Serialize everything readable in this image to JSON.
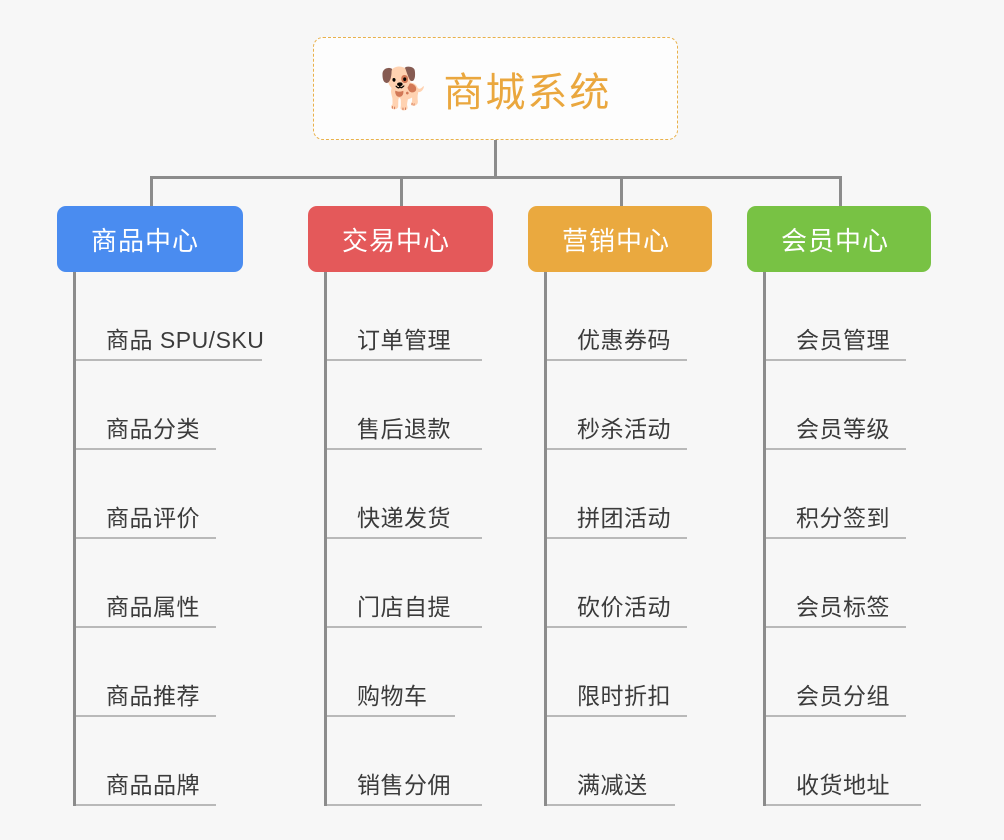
{
  "diagram": {
    "type": "mindmap",
    "background_color": "#f7f7f7",
    "root": {
      "icon": "shiba-dog-emoji",
      "icon_glyph": "🐕",
      "title": "商城系统",
      "title_color": "#eaa73e",
      "border_color": "#e9b14b",
      "border_style": "dashed"
    },
    "connector_color": "#8c8c8c",
    "categories": [
      {
        "label": "商品中心",
        "color": "#4a8cf0",
        "items": [
          "商品 SPU/SKU",
          "商品分类",
          "商品评价",
          "商品属性",
          "商品推荐",
          "商品品牌"
        ]
      },
      {
        "label": "交易中心",
        "color": "#e4595a",
        "items": [
          "订单管理",
          "售后退款",
          "快递发货",
          "门店自提",
          "购物车",
          "销售分佣"
        ]
      },
      {
        "label": "营销中心",
        "color": "#eaa93f",
        "items": [
          "优惠券码",
          "秒杀活动",
          "拼团活动",
          "砍价活动",
          "限时折扣",
          "满减送"
        ]
      },
      {
        "label": "会员中心",
        "color": "#78c244",
        "items": [
          "会员管理",
          "会员等级",
          "积分签到",
          "会员标签",
          "会员分组",
          "收货地址"
        ]
      }
    ]
  }
}
